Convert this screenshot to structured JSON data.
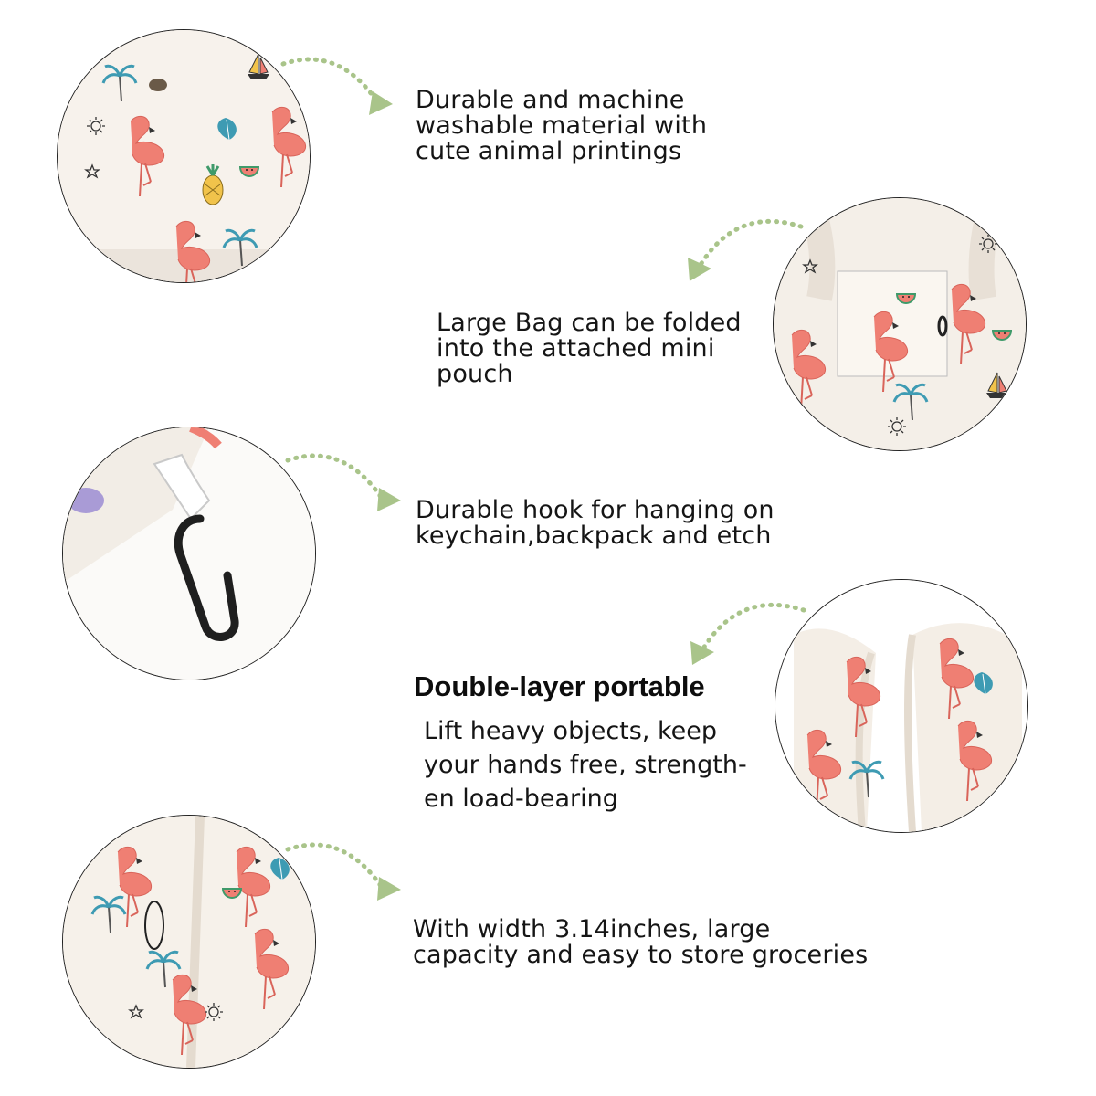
{
  "colors": {
    "arrow": "#a9c48a",
    "fabric": "#f6f1ea",
    "flamingo": "#ef7f73",
    "leaf": "#3e9bb3",
    "outline": "#222222"
  },
  "features": [
    {
      "id": "material",
      "text": "Durable and machine\nwashable material with\ncute animal printings",
      "image_icon": "flamingo-fabric-closeup"
    },
    {
      "id": "fold",
      "text": "Large Bag can be folded\ninto the attached mini\npouch",
      "image_icon": "folded-pouch"
    },
    {
      "id": "hook",
      "text": "Durable hook for hanging on\n keychain,backpack and etch",
      "image_icon": "black-clip-hook"
    },
    {
      "id": "double-layer",
      "heading": "Double-layer portable",
      "text": "Lift heavy objects, keep\nyour hands free, strength-\nen load-bearing",
      "image_icon": "bag-handles"
    },
    {
      "id": "capacity",
      "text": "With width 3.14inches, large\ncapacity and easy to store groceries",
      "image_icon": "bag-side-gusset"
    }
  ]
}
